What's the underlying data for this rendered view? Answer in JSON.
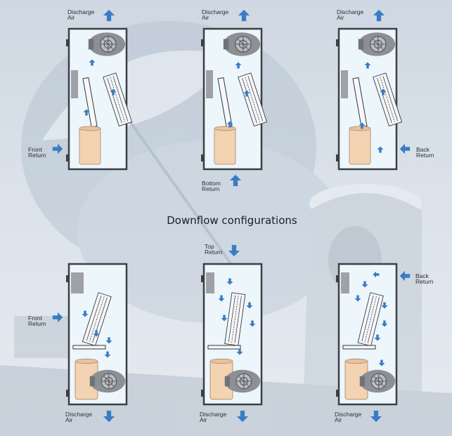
{
  "title": "Downflow configurations",
  "labels": {
    "discharge_line1": "Discharge",
    "discharge_line2": "Air",
    "front_line1": "Front",
    "front_line2": "Return",
    "bottom_line1": "Bottom",
    "bottom_line2": "Return",
    "back_line1": "Back",
    "back_line2": "Return",
    "top_line1": "Top",
    "top_line2": "Return"
  },
  "colors": {
    "arrow": "#3a7cc4",
    "cabinet_fill": "#ecf6fb",
    "cabinet_border": "#3b3f45",
    "filter": "#f3d3b1",
    "blower": "#8c8f94"
  }
}
